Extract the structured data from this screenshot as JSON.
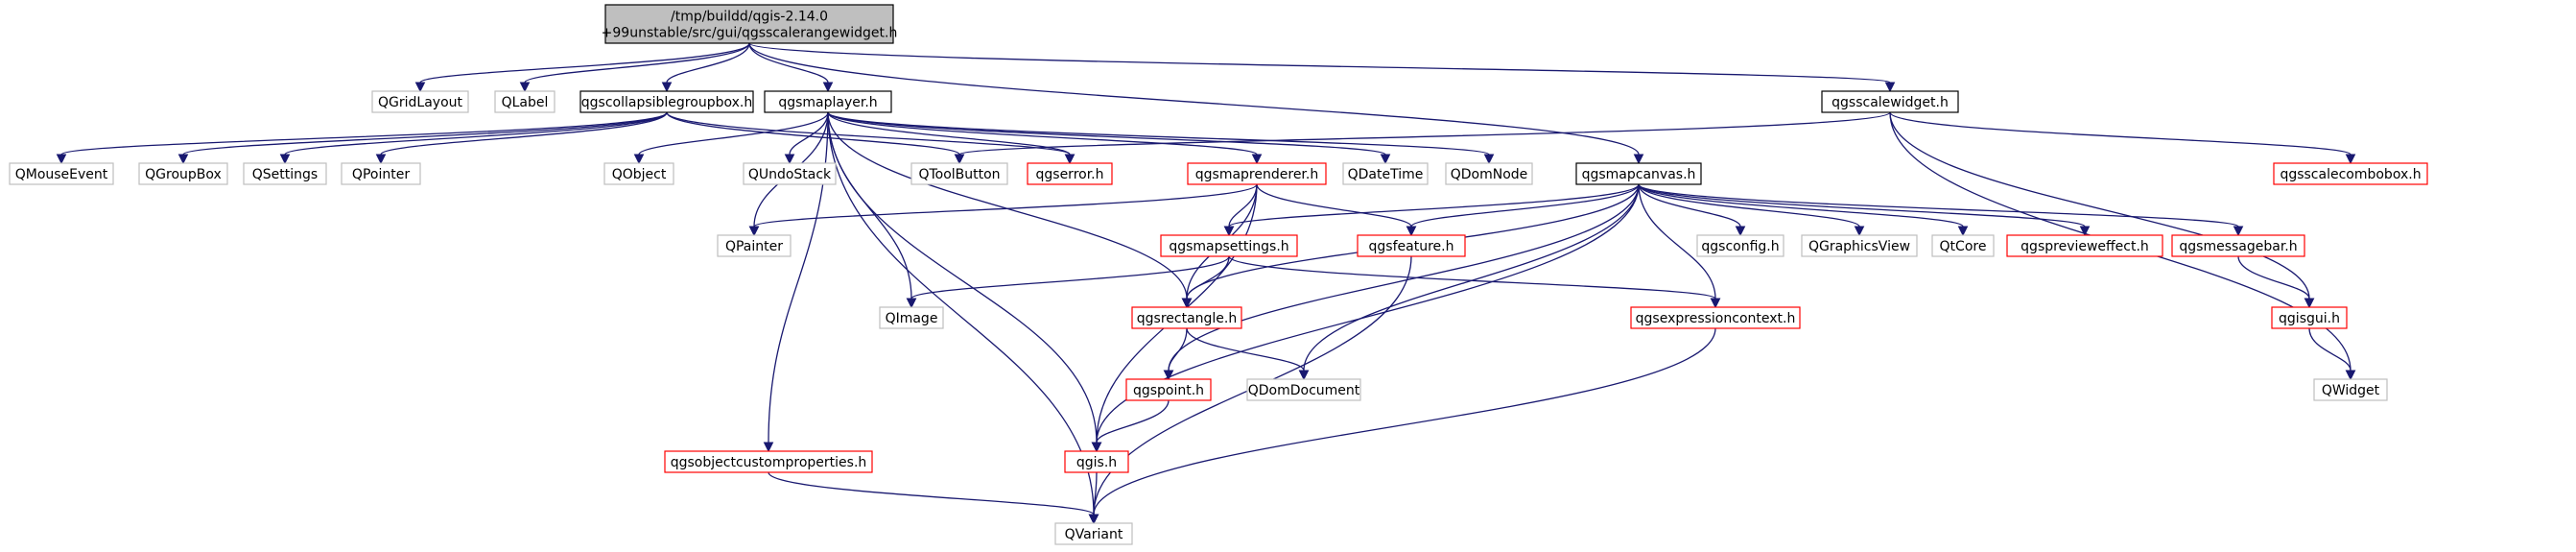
{
  "nodes": [
    {
      "id": "root",
      "label_lines": [
        "/tmp/buildd/qgis-2.14.0",
        "+99unstable/src/gui/qgsscalerangewidget.h"
      ],
      "style": "root"
    },
    {
      "id": "qgridlayout",
      "label_lines": [
        "QGridLayout"
      ],
      "style": "gray"
    },
    {
      "id": "qlabel",
      "label_lines": [
        "QLabel"
      ],
      "style": "gray"
    },
    {
      "id": "qgscollapsiblegroupbox",
      "label_lines": [
        "qgscollapsiblegroupbox.h"
      ],
      "style": "black"
    },
    {
      "id": "qgsmaplayer",
      "label_lines": [
        "qgsmaplayer.h"
      ],
      "style": "black"
    },
    {
      "id": "qgsscalewidget",
      "label_lines": [
        "qgsscalewidget.h"
      ],
      "style": "black"
    },
    {
      "id": "qmouseevent",
      "label_lines": [
        "QMouseEvent"
      ],
      "style": "gray"
    },
    {
      "id": "qgroupbox",
      "label_lines": [
        "QGroupBox"
      ],
      "style": "gray"
    },
    {
      "id": "qsettings",
      "label_lines": [
        "QSettings"
      ],
      "style": "gray"
    },
    {
      "id": "qpointer",
      "label_lines": [
        "QPointer"
      ],
      "style": "gray"
    },
    {
      "id": "qobject",
      "label_lines": [
        "QObject"
      ],
      "style": "gray"
    },
    {
      "id": "qundostack",
      "label_lines": [
        "QUndoStack"
      ],
      "style": "gray"
    },
    {
      "id": "qtoolbutton",
      "label_lines": [
        "QToolButton"
      ],
      "style": "gray"
    },
    {
      "id": "qgserror",
      "label_lines": [
        "qgserror.h"
      ],
      "style": "red"
    },
    {
      "id": "qgsmaprenderer",
      "label_lines": [
        "qgsmaprenderer.h"
      ],
      "style": "red"
    },
    {
      "id": "qdatetime",
      "label_lines": [
        "QDateTime"
      ],
      "style": "gray"
    },
    {
      "id": "qdomnode",
      "label_lines": [
        "QDomNode"
      ],
      "style": "gray"
    },
    {
      "id": "qgsmapcanvas",
      "label_lines": [
        "qgsmapcanvas.h"
      ],
      "style": "black"
    },
    {
      "id": "qgsscalecombobox",
      "label_lines": [
        "qgsscalecombobox.h"
      ],
      "style": "red"
    },
    {
      "id": "qpainter",
      "label_lines": [
        "QPainter"
      ],
      "style": "gray"
    },
    {
      "id": "qgsmapsettings",
      "label_lines": [
        "qgsmapsettings.h"
      ],
      "style": "red"
    },
    {
      "id": "qgsfeature",
      "label_lines": [
        "qgsfeature.h"
      ],
      "style": "red"
    },
    {
      "id": "qgsconfig",
      "label_lines": [
        "qgsconfig.h"
      ],
      "style": "gray"
    },
    {
      "id": "qgraphicsview",
      "label_lines": [
        "QGraphicsView"
      ],
      "style": "gray"
    },
    {
      "id": "qtcore",
      "label_lines": [
        "QtCore"
      ],
      "style": "gray"
    },
    {
      "id": "qgspreviewеffect",
      "label_lines": [
        "qgspreviewеffect.h"
      ],
      "style": "red"
    },
    {
      "id": "qgsmessagebar",
      "label_lines": [
        "qgsmessagebar.h"
      ],
      "style": "red"
    },
    {
      "id": "qimage",
      "label_lines": [
        "QImage"
      ],
      "style": "gray"
    },
    {
      "id": "qgsrectangle",
      "label_lines": [
        "qgsrectangle.h"
      ],
      "style": "red"
    },
    {
      "id": "qgsexpressioncontext",
      "label_lines": [
        "qgsexpressioncontext.h"
      ],
      "style": "red"
    },
    {
      "id": "qgisgui",
      "label_lines": [
        "qgisgui.h"
      ],
      "style": "red"
    },
    {
      "id": "qgspoint",
      "label_lines": [
        "qgspoint.h"
      ],
      "style": "red"
    },
    {
      "id": "qdomdocument",
      "label_lines": [
        "QDomDocument"
      ],
      "style": "gray"
    },
    {
      "id": "qwidget",
      "label_lines": [
        "QWidget"
      ],
      "style": "gray"
    },
    {
      "id": "qgsobjectcustomproperties",
      "label_lines": [
        "qgsobjectcustomproperties.h"
      ],
      "style": "red"
    },
    {
      "id": "qgis",
      "label_lines": [
        "qgis.h"
      ],
      "style": "red"
    },
    {
      "id": "qvariant",
      "label_lines": [
        "QVariant"
      ],
      "style": "gray"
    }
  ],
  "edges": [
    [
      "root",
      "qgridlayout"
    ],
    [
      "root",
      "qlabel"
    ],
    [
      "root",
      "qgscollapsiblegroupbox"
    ],
    [
      "root",
      "qgsmaplayer"
    ],
    [
      "root",
      "qgsscalewidget"
    ],
    [
      "root",
      "qgsmapcanvas"
    ],
    [
      "qgscollapsiblegroupbox",
      "qmouseevent"
    ],
    [
      "qgscollapsiblegroupbox",
      "qgroupbox"
    ],
    [
      "qgscollapsiblegroupbox",
      "qsettings"
    ],
    [
      "qgscollapsiblegroupbox",
      "qpointer"
    ],
    [
      "qgscollapsiblegroupbox",
      "qtoolbutton"
    ],
    [
      "qgscollapsiblegroupbox",
      "qgserror"
    ],
    [
      "qgsmaplayer",
      "qobject"
    ],
    [
      "qgsmaplayer",
      "qundostack"
    ],
    [
      "qgsmaplayer",
      "qgserror"
    ],
    [
      "qgsmaplayer",
      "qgsmaprenderer"
    ],
    [
      "qgsmaplayer",
      "qdatetime"
    ],
    [
      "qgsmaplayer",
      "qdomnode"
    ],
    [
      "qgsmaplayer",
      "qpainter"
    ],
    [
      "qgsmaplayer",
      "qimage"
    ],
    [
      "qgsmaplayer",
      "qgsrectangle"
    ],
    [
      "qgsmaplayer",
      "qgsobjectcustomproperties"
    ],
    [
      "qgsmaplayer",
      "qgis"
    ],
    [
      "qgsmaplayer",
      "qvariant"
    ],
    [
      "qgsscalewidget",
      "qtoolbutton"
    ],
    [
      "qgsscalewidget",
      "qgsscalecombobox"
    ],
    [
      "qgsscalewidget",
      "qgisgui"
    ],
    [
      "qgsscalewidget",
      "qwidget"
    ],
    [
      "qgsmaprenderer",
      "qpainter"
    ],
    [
      "qgsmaprenderer",
      "qgsmapsettings"
    ],
    [
      "qgsmaprenderer",
      "qgsfeature"
    ],
    [
      "qgsmaprenderer",
      "qgsrectangle"
    ],
    [
      "qgsmaprenderer",
      "qgis"
    ],
    [
      "qgsmapcanvas",
      "qgsmapsettings"
    ],
    [
      "qgsmapcanvas",
      "qgsfeature"
    ],
    [
      "qgsmapcanvas",
      "qgsconfig"
    ],
    [
      "qgsmapcanvas",
      "qgraphicsview"
    ],
    [
      "qgsmapcanvas",
      "qtcore"
    ],
    [
      "qgsmapcanvas",
      "qgspreviewеffect"
    ],
    [
      "qgsmapcanvas",
      "qgsmessagebar"
    ],
    [
      "qgsmapcanvas",
      "qgsrectangle"
    ],
    [
      "qgsmapcanvas",
      "qgsexpressioncontext"
    ],
    [
      "qgsmapcanvas",
      "qgspoint"
    ],
    [
      "qgsmapcanvas",
      "qdomdocument"
    ],
    [
      "qgsmapcanvas",
      "qgis"
    ],
    [
      "qgsmapsettings",
      "qimage"
    ],
    [
      "qgsmapsettings",
      "qgsrectangle"
    ],
    [
      "qgsmapsettings",
      "qgsexpressioncontext"
    ],
    [
      "qgsfeature",
      "qvariant"
    ],
    [
      "qgsmessagebar",
      "qgisgui"
    ],
    [
      "qgsrectangle",
      "qgspoint"
    ],
    [
      "qgsrectangle",
      "qdomdocument"
    ],
    [
      "qgsexpressioncontext",
      "qvariant"
    ],
    [
      "qgisgui",
      "qwidget"
    ],
    [
      "qgspoint",
      "qgis"
    ],
    [
      "qgsobjectcustomproperties",
      "qvariant"
    ],
    [
      "qgis",
      "qvariant"
    ]
  ]
}
